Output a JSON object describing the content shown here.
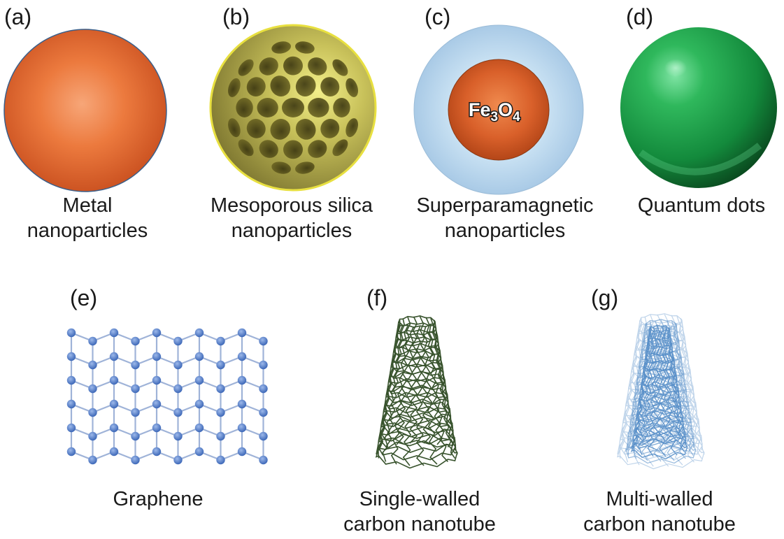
{
  "panels": {
    "a": {
      "label": "(a)",
      "caption_lines": [
        "Metal",
        "nanoparticles"
      ]
    },
    "b": {
      "label": "(b)",
      "caption_lines": [
        "Mesoporous silica",
        "nanoparticles"
      ]
    },
    "c": {
      "label": "(c)",
      "caption_lines": [
        "Superparamagnetic",
        "nanoparticles"
      ],
      "core_formula": {
        "el1": "Fe",
        "sub1": "3",
        "el2": "O",
        "sub2": "4"
      }
    },
    "d": {
      "label": "(d)",
      "caption_lines": [
        "Quantum dots"
      ]
    },
    "e": {
      "label": "(e)",
      "caption_lines": [
        "Graphene"
      ]
    },
    "f": {
      "label": "(f)",
      "caption_lines": [
        "Single-walled",
        "carbon nanotube"
      ]
    },
    "g": {
      "label": "(g)",
      "caption_lines": [
        "Multi-walled",
        "carbon nanotube"
      ]
    }
  },
  "colors": {
    "metal": "#e0682f",
    "silica": "#b8b049",
    "silica_rim": "#e8e040",
    "shell": "#b4d4ec",
    "core": "#d9602a",
    "quantum": "#1e9a48",
    "graphene_atom": "#3d68b8",
    "graphene_bond": "#9fb3d8",
    "swcnt": "#2e4a22",
    "mwcnt": "#4a86c4"
  }
}
